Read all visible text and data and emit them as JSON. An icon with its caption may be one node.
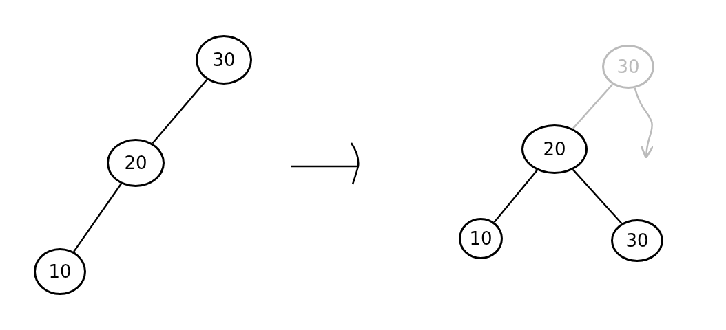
{
  "diagram": {
    "nodes": [
      {
        "text": [
          "30"
        ]
      },
      {
        "text": [
          "20"
        ]
      },
      {
        "text": [
          "10"
        ]
      },
      {
        "text": [
          "30"
        ]
      },
      {
        "text": [
          "20"
        ]
      },
      {
        "text": [
          "10"
        ]
      },
      {
        "text": [
          "30"
        ]
      }
    ],
    "edges": [
      {
        "from": 0,
        "to": 1,
        "arrow": "none"
      },
      {
        "from": 1,
        "to": 2,
        "arrow": "none"
      },
      {
        "from": 3,
        "to": 4,
        "arrow": "none",
        "color": "#bbbbbb"
      },
      {
        "from": 3,
        "to": null,
        "arrow": "to",
        "color": "#bbbbbb"
      },
      {
        "from": 4,
        "to": 5,
        "arrow": "none"
      },
      {
        "from": 4,
        "to": 6,
        "arrow": "none"
      }
    ]
  }
}
